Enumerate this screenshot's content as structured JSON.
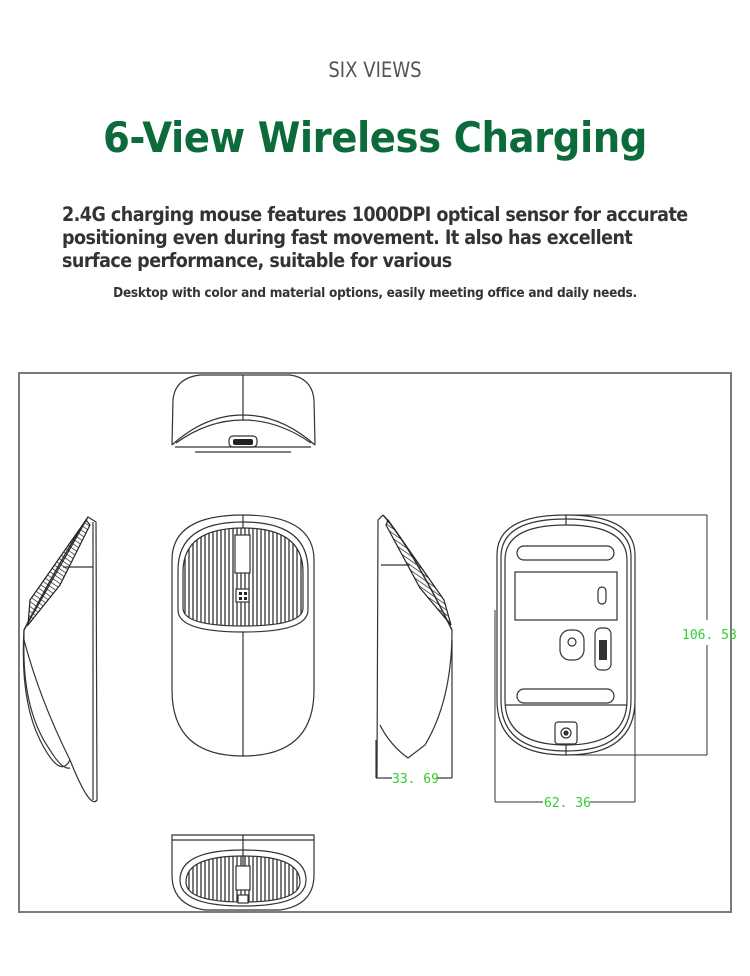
{
  "header": {
    "eyebrow": "SIX VIEWS",
    "title": "6-View Wireless Charging",
    "description_lines": [
      "2.4G charging mouse features 1000DPI optical sensor for accurate",
      "positioning even during fast movement. It also has excellent",
      "surface performance, suitable for various"
    ],
    "subtitle": "Desktop with color and material options, easily meeting office and daily needs."
  },
  "drawing": {
    "views": [
      "front-view",
      "left-side-view",
      "top-view",
      "right-side-view",
      "bottom-view",
      "rear-view"
    ],
    "dimensions": {
      "height_side": "33. 69",
      "width_bottom": "62. 36",
      "length_bottom": "106. 53"
    },
    "colors": {
      "title_green": "#0b6b3a",
      "dimension_green": "#33cc33",
      "frame_gray": "#7a7a7a",
      "line": "#333333"
    }
  }
}
